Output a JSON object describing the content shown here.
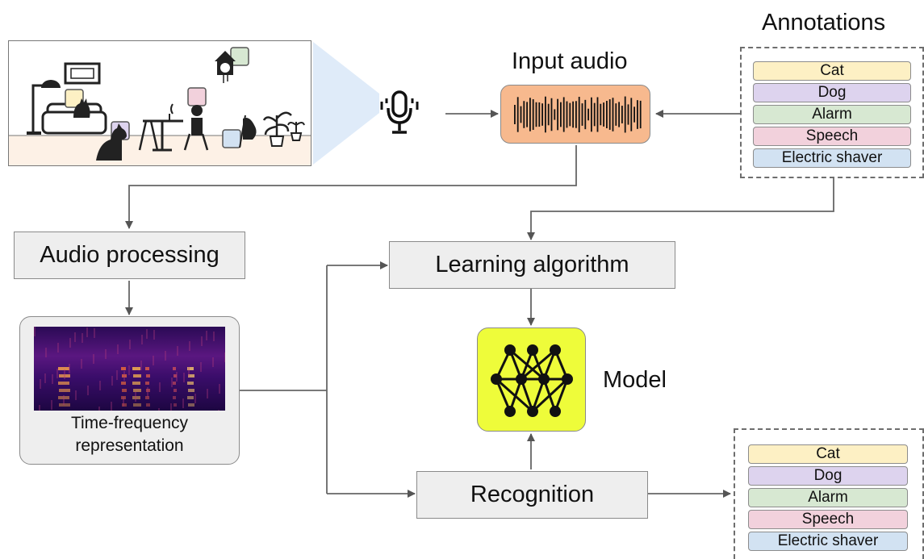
{
  "annotations": {
    "title": "Annotations",
    "labels": [
      "Cat",
      "Dog",
      "Alarm",
      "Speech",
      "Electric shaver"
    ]
  },
  "output": {
    "labels": [
      "Cat",
      "Dog",
      "Alarm",
      "Speech",
      "Electric shaver"
    ]
  },
  "input_audio": {
    "title": "Input audio"
  },
  "audio_processing": {
    "label": "Audio processing"
  },
  "learning_algorithm": {
    "label": "Learning algorithm"
  },
  "representation": {
    "line1": "Time-frequency",
    "line2": "representation"
  },
  "model": {
    "label": "Model"
  },
  "recognition": {
    "label": "Recognition"
  },
  "icons": {
    "scene": "living-room-scene-icon",
    "microphone": "microphone-icon",
    "waveform": "waveform-icon",
    "network": "neural-network-icon",
    "spectrogram": "spectrogram-image"
  },
  "colors": {
    "waveform_box": "#f7b98e",
    "model_box": "#eefc3a",
    "scene_floor": "#fdf1e6",
    "scene_beam": "#dbe9f8",
    "box_fill": "#eeeeee"
  }
}
